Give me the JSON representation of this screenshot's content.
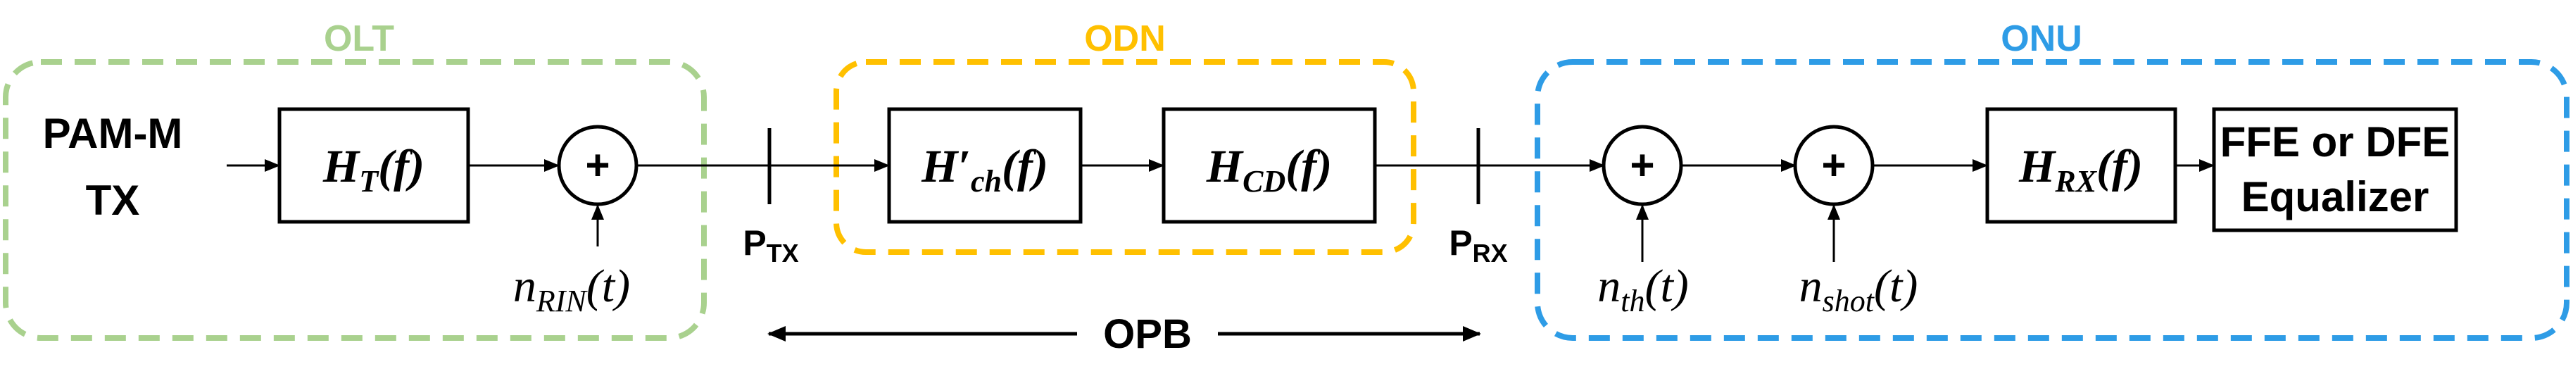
{
  "groups": {
    "olt": {
      "label": "OLT",
      "color": "#a9d18e"
    },
    "odn": {
      "label": "ODN",
      "color": "#ffc000"
    },
    "onu": {
      "label": "ONU",
      "color": "#2e9ce6"
    }
  },
  "source": {
    "line1": "PAM-M",
    "line2": "TX"
  },
  "blocks": {
    "ht": {
      "main": "H",
      "sub": "T",
      "arg": "(f)"
    },
    "hch": {
      "main": "H",
      "prime": "′",
      "sub": "ch",
      "arg": "(f)"
    },
    "hcd": {
      "main": "H",
      "sub": "CD",
      "arg": "(f)"
    },
    "hrx": {
      "main": "H",
      "sub": "RX",
      "arg": "(f)"
    }
  },
  "adders": {
    "symbol": "+"
  },
  "noise": {
    "rin": {
      "main": "n",
      "sub": "RIN",
      "arg": "(t)"
    },
    "th": {
      "main": "n",
      "sub": "th",
      "arg": "(t)"
    },
    "shot": {
      "main": "n",
      "sub": "shot",
      "arg": "(t)"
    }
  },
  "ports": {
    "ptx": {
      "main": "P",
      "sub": "TX"
    },
    "prx": {
      "main": "P",
      "sub": "RX"
    }
  },
  "equalizer": {
    "line1": "FFE or DFE",
    "line2": "Equalizer"
  },
  "opb": {
    "label": "OPB"
  }
}
